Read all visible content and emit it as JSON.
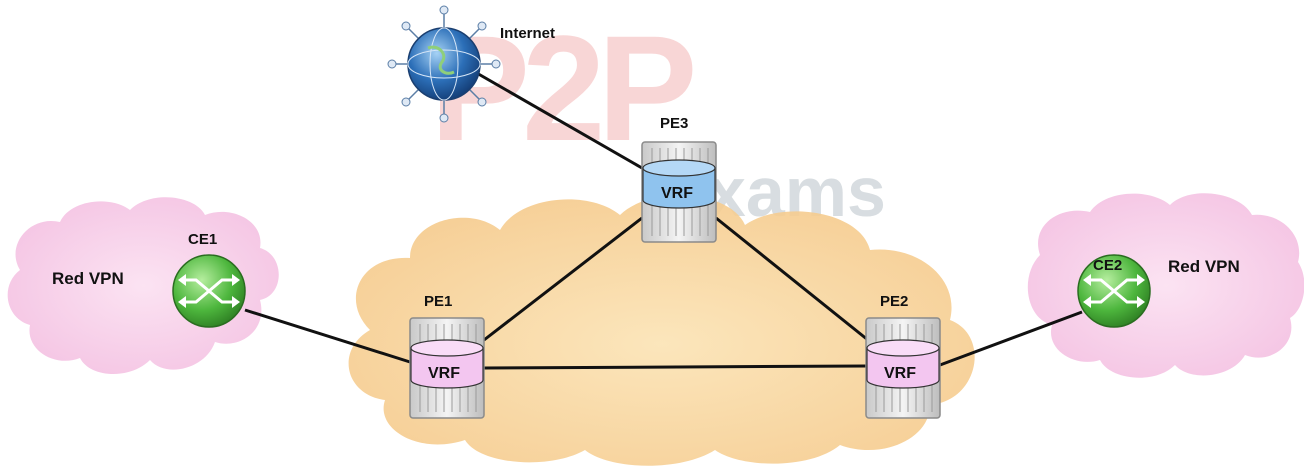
{
  "watermark": {
    "main": "P2P",
    "sub": "exams"
  },
  "internet": {
    "label": "Internet"
  },
  "routers": [
    {
      "id": "pe1",
      "label": "PE1",
      "vrf": "VRF",
      "vrf_color": "#f3c6f0"
    },
    {
      "id": "pe2",
      "label": "PE2",
      "vrf": "VRF",
      "vrf_color": "#f3c6f0"
    },
    {
      "id": "pe3",
      "label": "PE3",
      "vrf": "VRF",
      "vrf_color": "#8fc3ee"
    }
  ],
  "customer_edges": [
    {
      "id": "ce1",
      "label": "CE1",
      "vpn_label": "Red VPN"
    },
    {
      "id": "ce2",
      "label": "CE2",
      "vpn_label": "Red VPN"
    }
  ],
  "colors": {
    "provider_cloud": "#f9d79a",
    "vpn_cloud": "#f6c8e6",
    "ce_green": "#5cc24e",
    "link": "#111111",
    "watermark_red": "#f4b5b5",
    "watermark_gray": "#b9c3c9"
  }
}
